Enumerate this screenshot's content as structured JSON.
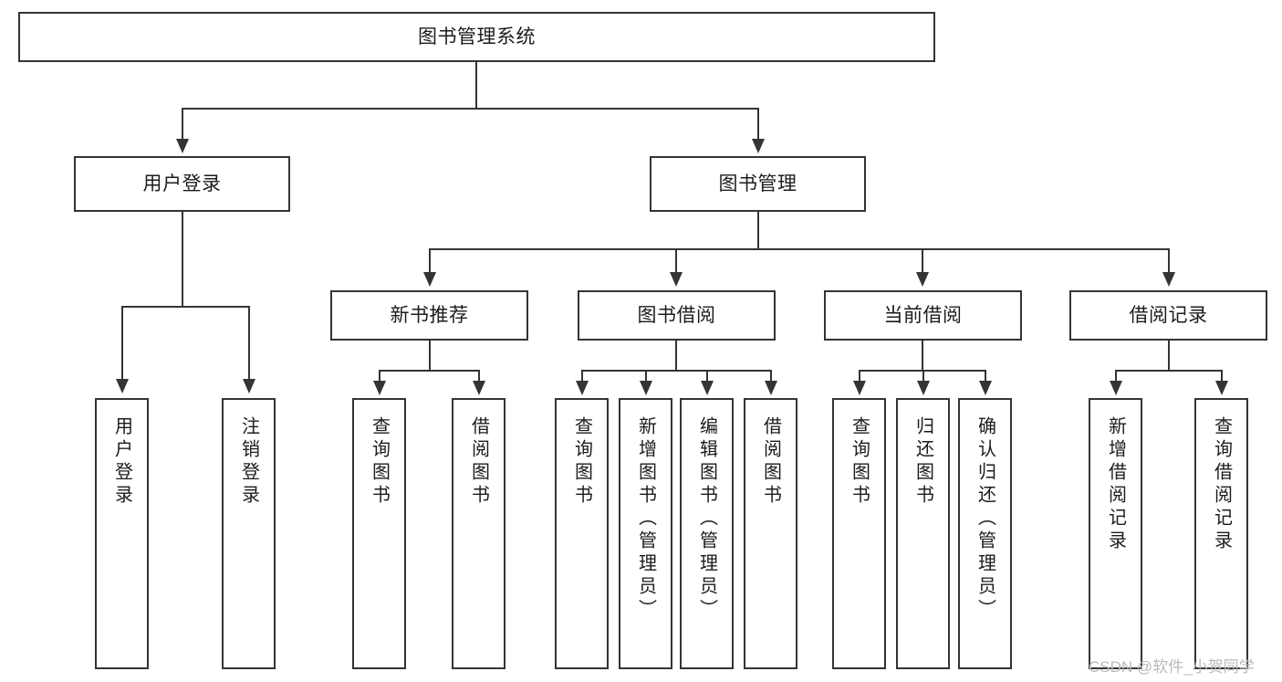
{
  "diagram": {
    "title": "图书管理系统",
    "watermark": "CSDN @软件_小贺同学",
    "line_color": "#343434",
    "box_fill": "#ffffff",
    "text_color": "#1c1c1c",
    "watermark_color": "#b9b9b9"
  },
  "nodes": {
    "root": {
      "label": "图书管理系统"
    },
    "level2": [
      {
        "label": "用户登录"
      },
      {
        "label": "图书管理"
      }
    ],
    "level3": [
      {
        "label": "新书推荐"
      },
      {
        "label": "图书借阅"
      },
      {
        "label": "当前借阅"
      },
      {
        "label": "借阅记录"
      }
    ],
    "leaves": {
      "user_login": [
        {
          "label": "用户登录"
        },
        {
          "label": "注销登录"
        }
      ],
      "new_book": [
        {
          "label": "查询图书"
        },
        {
          "label": "借阅图书"
        }
      ],
      "book_borrow": [
        {
          "label": "查询图书"
        },
        {
          "label": "新增图书（管理员）"
        },
        {
          "label": "编辑图书（管理员）"
        },
        {
          "label": "借阅图书"
        }
      ],
      "current_borrow": [
        {
          "label": "查询图书"
        },
        {
          "label": "归还图书"
        },
        {
          "label": "确认归还（管理员）"
        }
      ],
      "borrow_record": [
        {
          "label": "新增借阅记录"
        },
        {
          "label": "查询借阅记录"
        }
      ]
    }
  }
}
